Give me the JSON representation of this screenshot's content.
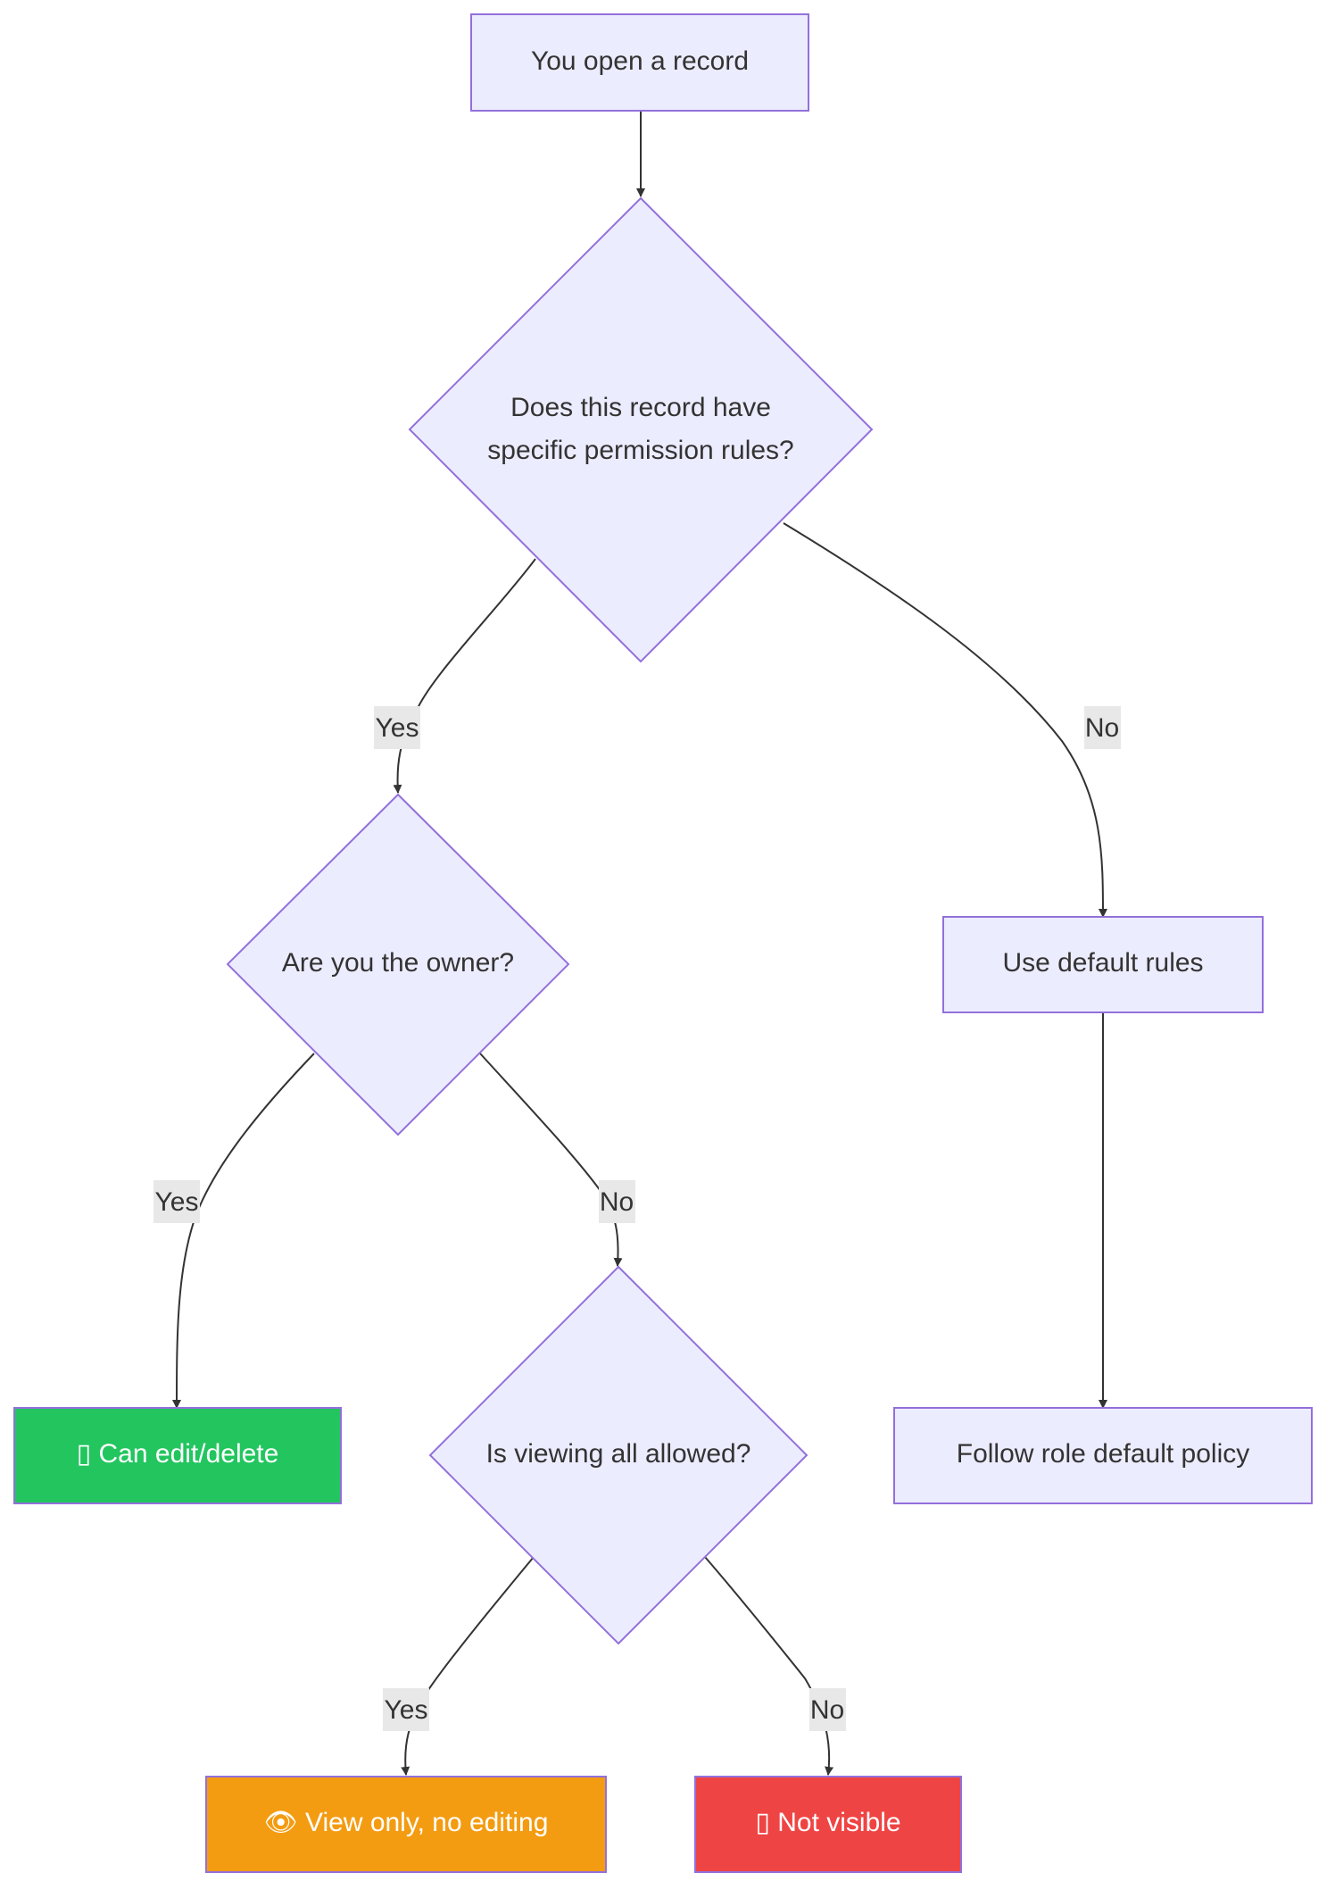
{
  "colors": {
    "node_fill": "#ececff",
    "node_stroke": "#9370db",
    "edge": "#333333",
    "edge_label_bg": "#e8e8e8",
    "success": "#22c55e",
    "warning": "#f39c12",
    "danger": "#ef4444"
  },
  "nodes": {
    "start": {
      "label": "You open a record"
    },
    "has_rules": {
      "line1": "Does this record have",
      "line2": "specific permission rules?"
    },
    "is_owner": {
      "label": "Are you the owner?"
    },
    "default_rules": {
      "label": "Use default rules"
    },
    "can_edit": {
      "icon": "unicorn-placeholder-icon",
      "label": "▯ Can edit/delete"
    },
    "view_all": {
      "label": "Is viewing all allowed?"
    },
    "role_policy": {
      "label": "Follow role default policy"
    },
    "view_only": {
      "icon": "eye-icon",
      "label": "👁 View only, no editing"
    },
    "not_visible": {
      "icon": "unicorn-placeholder-icon",
      "label": "▯ Not visible"
    }
  },
  "edges": {
    "rules_yes": "Yes",
    "rules_no": "No",
    "owner_yes": "Yes",
    "owner_no": "No",
    "view_yes": "Yes",
    "view_no": "No"
  }
}
